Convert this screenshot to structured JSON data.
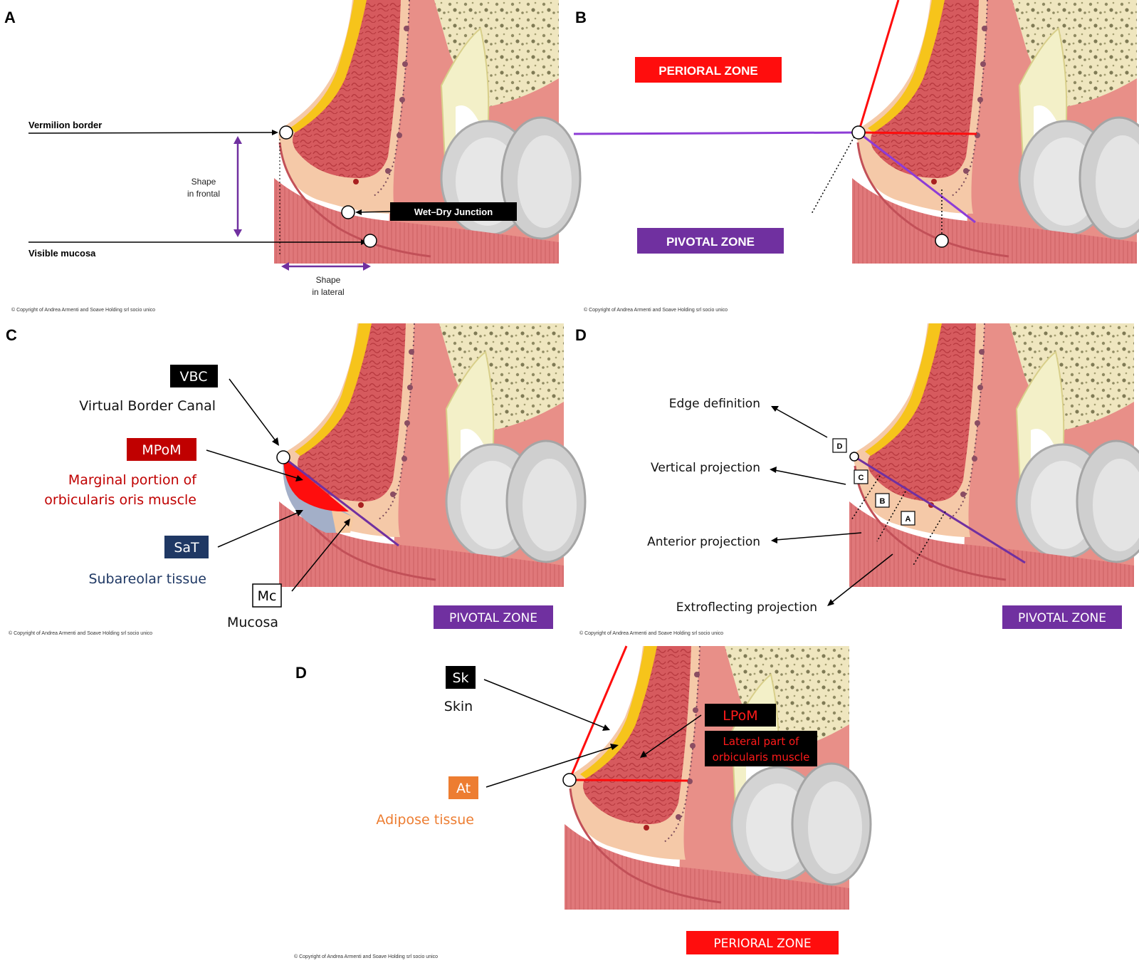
{
  "colors": {
    "perioral": "#ff0d0d",
    "pivotal": "#7030a0",
    "purple_line": "#8d3cd6",
    "mpom_red": "#c00000",
    "sat_blue": "#1f3864",
    "adipose_orange": "#ed7d31",
    "black_box": "#000000"
  },
  "panelA": {
    "letter": "A",
    "vermilion": "Vermilion border",
    "visible_mucosa": "Visible mucosa",
    "shape_frontal": [
      "Shape",
      "in frontal"
    ],
    "shape_lateral": [
      "Shape",
      "in lateral"
    ],
    "wet_dry": "Wet–Dry Junction",
    "copyright": "© Copyright of Andrea Armenti and Soave Holding srl socio unico"
  },
  "panelB": {
    "letter": "B",
    "perioral_zone": "PERIORAL ZONE",
    "pivotal_zone": "PIVOTAL ZONE",
    "copyright": "© Copyright of Andrea Armenti and Soave Holding srl socio unico"
  },
  "panelC": {
    "letter": "C",
    "vbc": "VBC",
    "vbc_desc": "Virtual Border Canal",
    "mpom": "MPoM",
    "mpom_desc": [
      "Marginal portion of",
      "orbicularis oris muscle"
    ],
    "sat": "SaT",
    "sat_desc": "Subareolar tissue",
    "mc": "Mc",
    "mc_desc": "Mucosa",
    "pivotal_zone": "PIVOTAL ZONE",
    "copyright": "© Copyright of Andrea Armenti and Soave Holding srl socio unico"
  },
  "panelD": {
    "letter": "D",
    "edge": "Edge definition",
    "vertical": "Vertical projection",
    "anterior": "Anterior projection",
    "extroflecting": "Extroflecting projection",
    "markers": [
      "D",
      "C",
      "B",
      "A"
    ],
    "pivotal_zone": "PIVOTAL ZONE",
    "copyright": "© Copyright of Andrea Armenti and Soave Holding srl socio unico"
  },
  "panelE": {
    "letter": "D",
    "sk": "Sk",
    "sk_desc": "Skin",
    "lpom": "LPoM",
    "lpom_desc": [
      "Lateral part of",
      "orbicularis muscle"
    ],
    "at": "At",
    "at_desc": "Adipose tissue",
    "perioral_zone": "PERIORAL ZONE",
    "copyright": "© Copyright of Andrea Armenti and Soave Holding srl socio unico"
  }
}
